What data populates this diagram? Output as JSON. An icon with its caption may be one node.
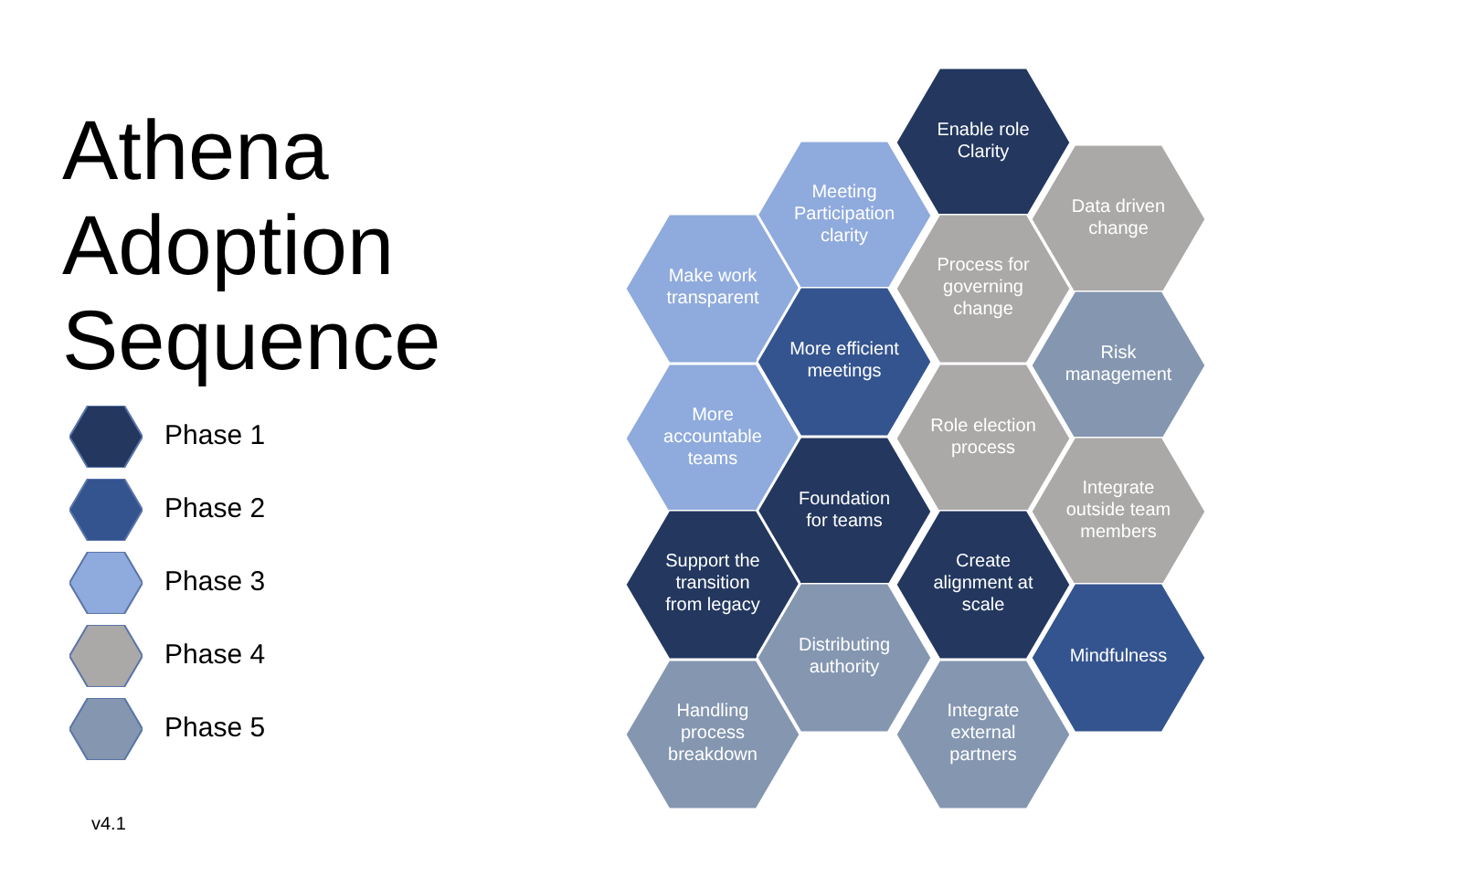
{
  "diagram": {
    "title": "Athena Adoption Sequence",
    "nodes": [
      {
        "text": [
          "Enable role Clarity"
        ]
      },
      {
        "text": [
          "Meeting Participation clarity"
        ]
      },
      {
        "text": [
          "Data driven change"
        ]
      },
      {
        "text": [
          "Make work transparent"
        ]
      },
      {
        "text": [
          "Process for governing change"
        ]
      },
      {
        "text": [
          "More efficient meetings"
        ]
      },
      {
        "text": [
          "Risk management"
        ]
      },
      {
        "text": [
          "More accountable teams"
        ]
      },
      {
        "text": [
          "Role election process"
        ]
      },
      {
        "text": [
          "Foundation for teams"
        ]
      },
      {
        "text": [
          "Integrate outside team members"
        ]
      },
      {
        "text": [
          "Support the transition from legacy"
        ]
      },
      {
        "text": [
          "Create alignment at scale"
        ]
      },
      {
        "text": [
          "Distributing authority"
        ]
      },
      {
        "text": [
          "Mindfulness"
        ]
      },
      {
        "text": [
          "Handling process breakdown"
        ]
      },
      {
        "text": [
          "Integrate external partners"
        ]
      }
    ],
    "labels": [
      "v4.1"
    ],
    "legend": [
      {
        "text": "Phase 1",
        "color": "#23375f"
      },
      {
        "text": "Phase 2",
        "color": "#34548f"
      },
      {
        "text": "Phase 3",
        "color": "#8faadc"
      },
      {
        "text": "Phase 4",
        "color": "#aaa9a8"
      },
      {
        "text": "Phase 5",
        "color": "#8496b0"
      }
    ]
  }
}
